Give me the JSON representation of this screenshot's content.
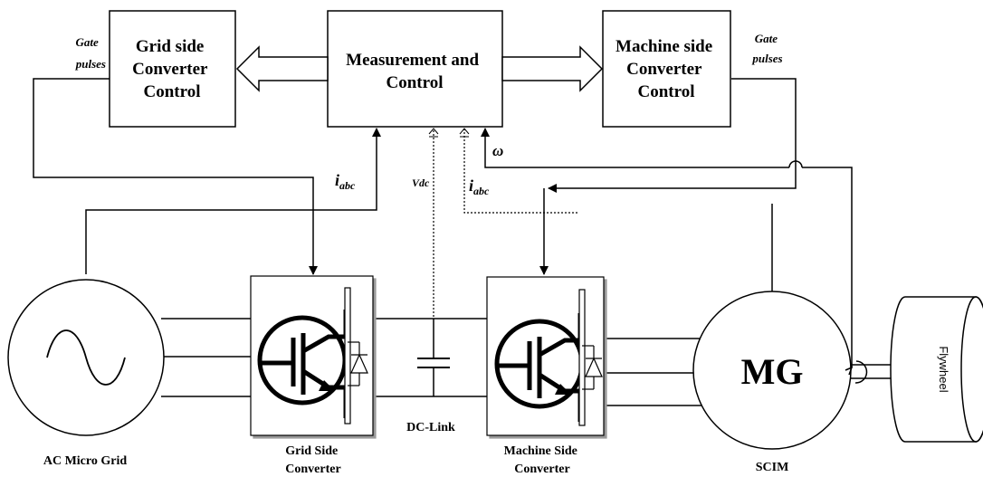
{
  "blocks": {
    "grid_ctrl": [
      "Grid side",
      "Converter",
      "Control"
    ],
    "measure": [
      "Measurement and",
      "Control"
    ],
    "machine_ctrl": [
      "Machine side",
      "Converter",
      "Control"
    ]
  },
  "signals": {
    "gate_left": [
      "Gate",
      "pulses"
    ],
    "gate_right": [
      "Gate",
      "pulses"
    ],
    "iabc_left": {
      "main": "i",
      "sub": "abc"
    },
    "vdc": "Vdc",
    "iabc_right": {
      "main": "i",
      "sub": "abc"
    },
    "omega": "ω"
  },
  "components": {
    "ac_grid": "AC Micro Grid",
    "grid_conv": [
      "Grid Side",
      "Converter"
    ],
    "dc_link": "DC-Link",
    "machine_conv": [
      "Machine Side",
      "Converter"
    ],
    "mg": "MG",
    "scim": "SCIM",
    "flywheel": "Flywheel"
  }
}
